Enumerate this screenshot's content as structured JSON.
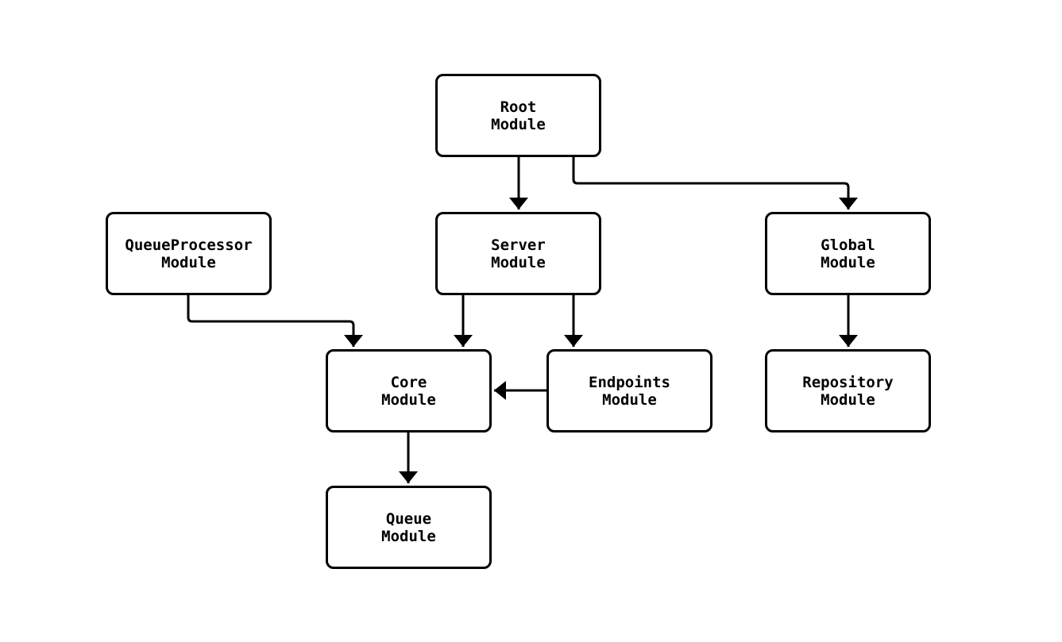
{
  "diagram": {
    "background_color": "#ffffff",
    "line_color": "#000000",
    "text_color": "#000000",
    "nodes": {
      "root": {
        "line1": "Root",
        "line2": "Module"
      },
      "queueproc": {
        "line1": "QueueProcessor",
        "line2": "Module"
      },
      "server": {
        "line1": "Server",
        "line2": "Module"
      },
      "global": {
        "line1": "Global",
        "line2": "Module"
      },
      "core": {
        "line1": "Core",
        "line2": "Module"
      },
      "endpoints": {
        "line1": "Endpoints",
        "line2": "Module"
      },
      "repository": {
        "line1": "Repository",
        "line2": "Module"
      },
      "queue": {
        "line1": "Queue",
        "line2": "Module"
      }
    },
    "edges": [
      {
        "from": "Root Module",
        "to": "Server Module"
      },
      {
        "from": "Root Module",
        "to": "Global Module"
      },
      {
        "from": "QueueProcessor Module",
        "to": "Core Module"
      },
      {
        "from": "Server Module",
        "to": "Core Module"
      },
      {
        "from": "Server Module",
        "to": "Endpoints Module"
      },
      {
        "from": "Endpoints Module",
        "to": "Core Module"
      },
      {
        "from": "Global Module",
        "to": "Repository Module"
      },
      {
        "from": "Core Module",
        "to": "Queue Module"
      }
    ]
  }
}
